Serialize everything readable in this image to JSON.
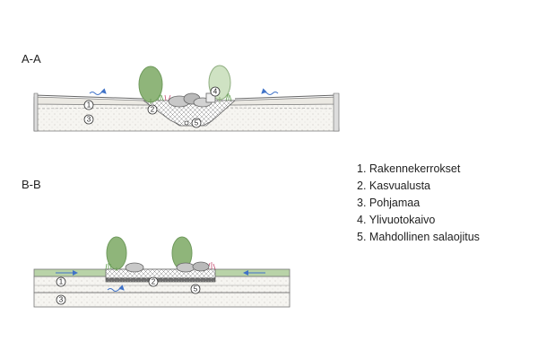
{
  "sections": {
    "aa_label": "A-A",
    "bb_label": "B-B"
  },
  "legend": {
    "items": [
      {
        "n": "1",
        "text": "Rakennekerrokset"
      },
      {
        "n": "2",
        "text": "Kasvualusta"
      },
      {
        "n": "3",
        "text": "Pohjamaa"
      },
      {
        "n": "4",
        "text": "Ylivuotokaivo"
      },
      {
        "n": "5",
        "text": "Mahdollinen salaojitus"
      }
    ]
  },
  "markers": {
    "m1": "1",
    "m2": "2",
    "m3": "3",
    "m4": "4",
    "m5": "5"
  },
  "colors": {
    "plant_dark": "#8fb57a",
    "plant_light": "#cfe2c3",
    "stone": "#c8c8c8",
    "water_arrow": "#3f72c8",
    "soil": "#f4f3ef",
    "base_green": "#b9d3a8"
  }
}
